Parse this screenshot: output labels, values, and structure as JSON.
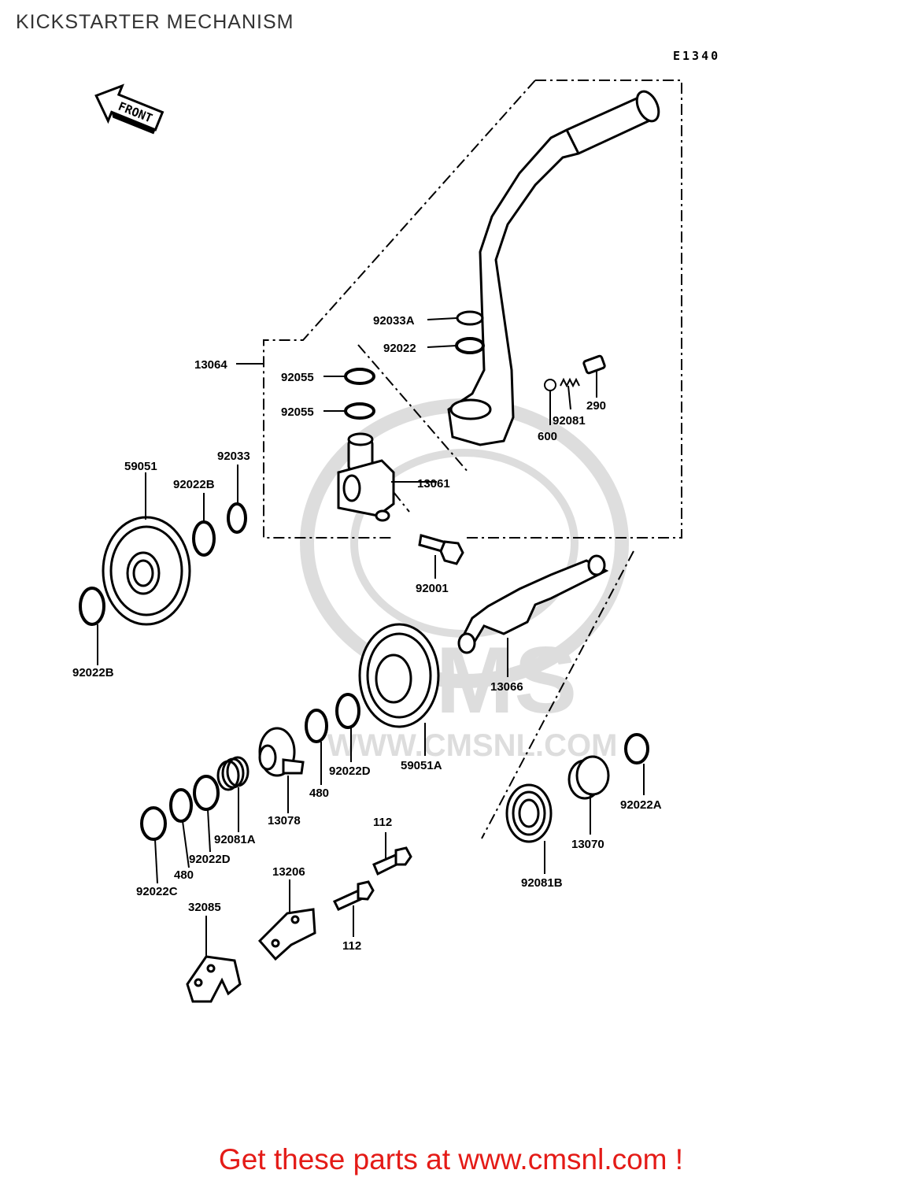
{
  "page": {
    "title": "KICKSTARTER MECHANISM",
    "diagram_code": "E1340",
    "front_marker": "FRONT",
    "promo_text": "Get these parts at www.cmsnl.com !"
  },
  "watermark": {
    "brand": "CMS",
    "url": "WWW.CMSNL.COM"
  },
  "parts": {
    "p92033a": "92033A",
    "p92022": "92022",
    "p13064": "13064",
    "p92055_a": "92055",
    "p92055_b": "92055",
    "p290": "290",
    "p92081": "92081",
    "p600": "600",
    "p59051": "59051",
    "p92033": "92033",
    "p92022b_a": "92022B",
    "p13061": "13061",
    "p92001": "92001",
    "p92022b_b": "92022B",
    "p13066": "13066",
    "p59051a": "59051A",
    "p92022d_a": "92022D",
    "p480_a": "480",
    "p13078": "13078",
    "p92022a": "92022A",
    "p13070": "13070",
    "p92081a": "92081A",
    "p92022d_b": "92022D",
    "p480_b": "480",
    "p92022c": "92022C",
    "p112_a": "112",
    "p112_b": "112",
    "p13206": "13206",
    "p32085": "32085",
    "p92081b": "92081B"
  }
}
